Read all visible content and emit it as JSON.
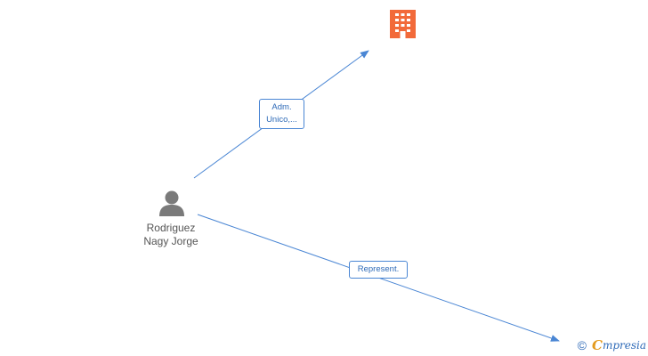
{
  "person": {
    "name_line1": "Rodriguez",
    "name_line2": "Nagy Jorge",
    "icon": "person-icon"
  },
  "company": {
    "icon": "building-icon",
    "color": "#f26a3a"
  },
  "edges": [
    {
      "from": "person",
      "to": "company",
      "label_line1": "Adm.",
      "label_line2": "Unico,..."
    },
    {
      "from": "person",
      "to": "offscreen",
      "label_line1": "Represent."
    }
  ],
  "colors": {
    "edge": "#4a86d4",
    "person_icon": "#7a7a7a",
    "company_icon": "#f26a3a",
    "watermark_accent": "#e39a1e"
  },
  "watermark": {
    "copyright_symbol": "©",
    "brand_initial": "C",
    "brand_rest": "mpresia"
  }
}
